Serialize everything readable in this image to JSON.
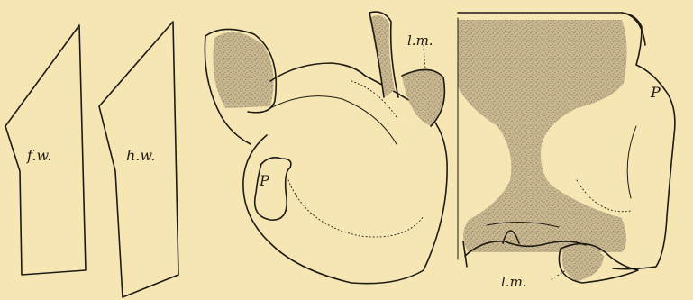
{
  "labels": {
    "fore_wing": "f.w.",
    "hind_wing": "h.w.",
    "process_middle": "P",
    "process_right": "P",
    "lm_top": "l.m.",
    "lm_bottom": "l.m."
  },
  "colors": {
    "paper": "#f6e6b4",
    "ink": "#1d1a14",
    "stipple": "#8d7f66"
  }
}
